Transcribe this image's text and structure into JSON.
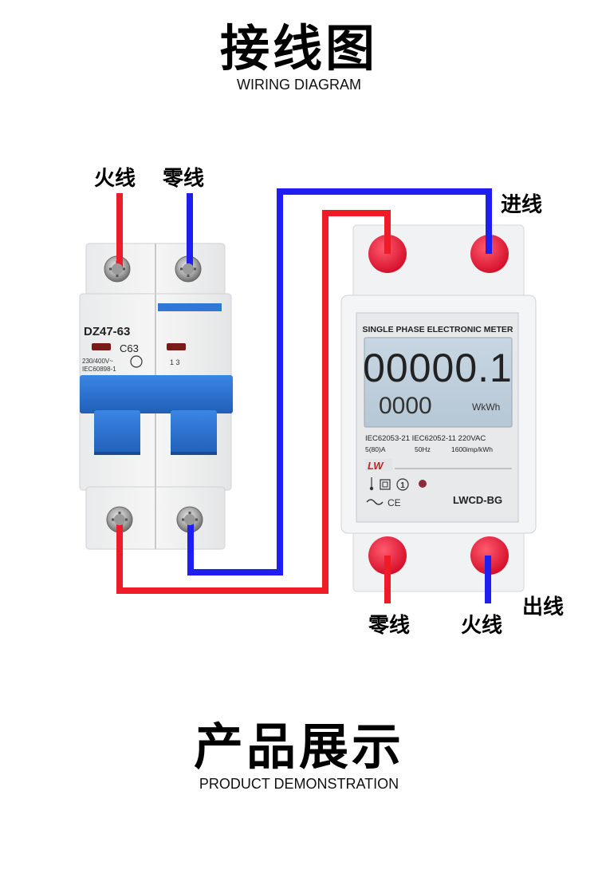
{
  "header": {
    "title_cn": "接线图",
    "title_en": "WIRING DIAGRAM"
  },
  "labels": {
    "breaker_live": "火线",
    "breaker_neutral": "零线",
    "meter_input": "进线",
    "meter_output": "出线",
    "meter_neutral_out": "零线",
    "meter_live_out": "火线"
  },
  "breaker": {
    "model": "DZ47-63",
    "rating": "C63",
    "voltage": "230/400V~",
    "standard": "IEC60898-1",
    "mark": "1  3"
  },
  "meter": {
    "heading": "SINGLE PHASE ELECTRONIC METER",
    "reading_main": "00000.1",
    "reading_sub": "0000",
    "unit": "WkWh",
    "spec_line1": "IEC62053-21 IEC62052-11 220VAC",
    "spec_current": "5(80)A",
    "spec_freq": "50Hz",
    "spec_imp": "1600imp/kWh",
    "model": "LWCD-BG",
    "class_mark": "1",
    "ce_mark": "CE",
    "brand_mark": "LW"
  },
  "footer": {
    "title_cn": "产品展示",
    "title_en": "PRODUCT DEMONSTRATION"
  },
  "colors": {
    "live_wire": "#ef1c27",
    "neutral_wire": "#1e1ef0",
    "breaker_blue": "#2f78d8",
    "terminal_red": "#e01a36"
  }
}
